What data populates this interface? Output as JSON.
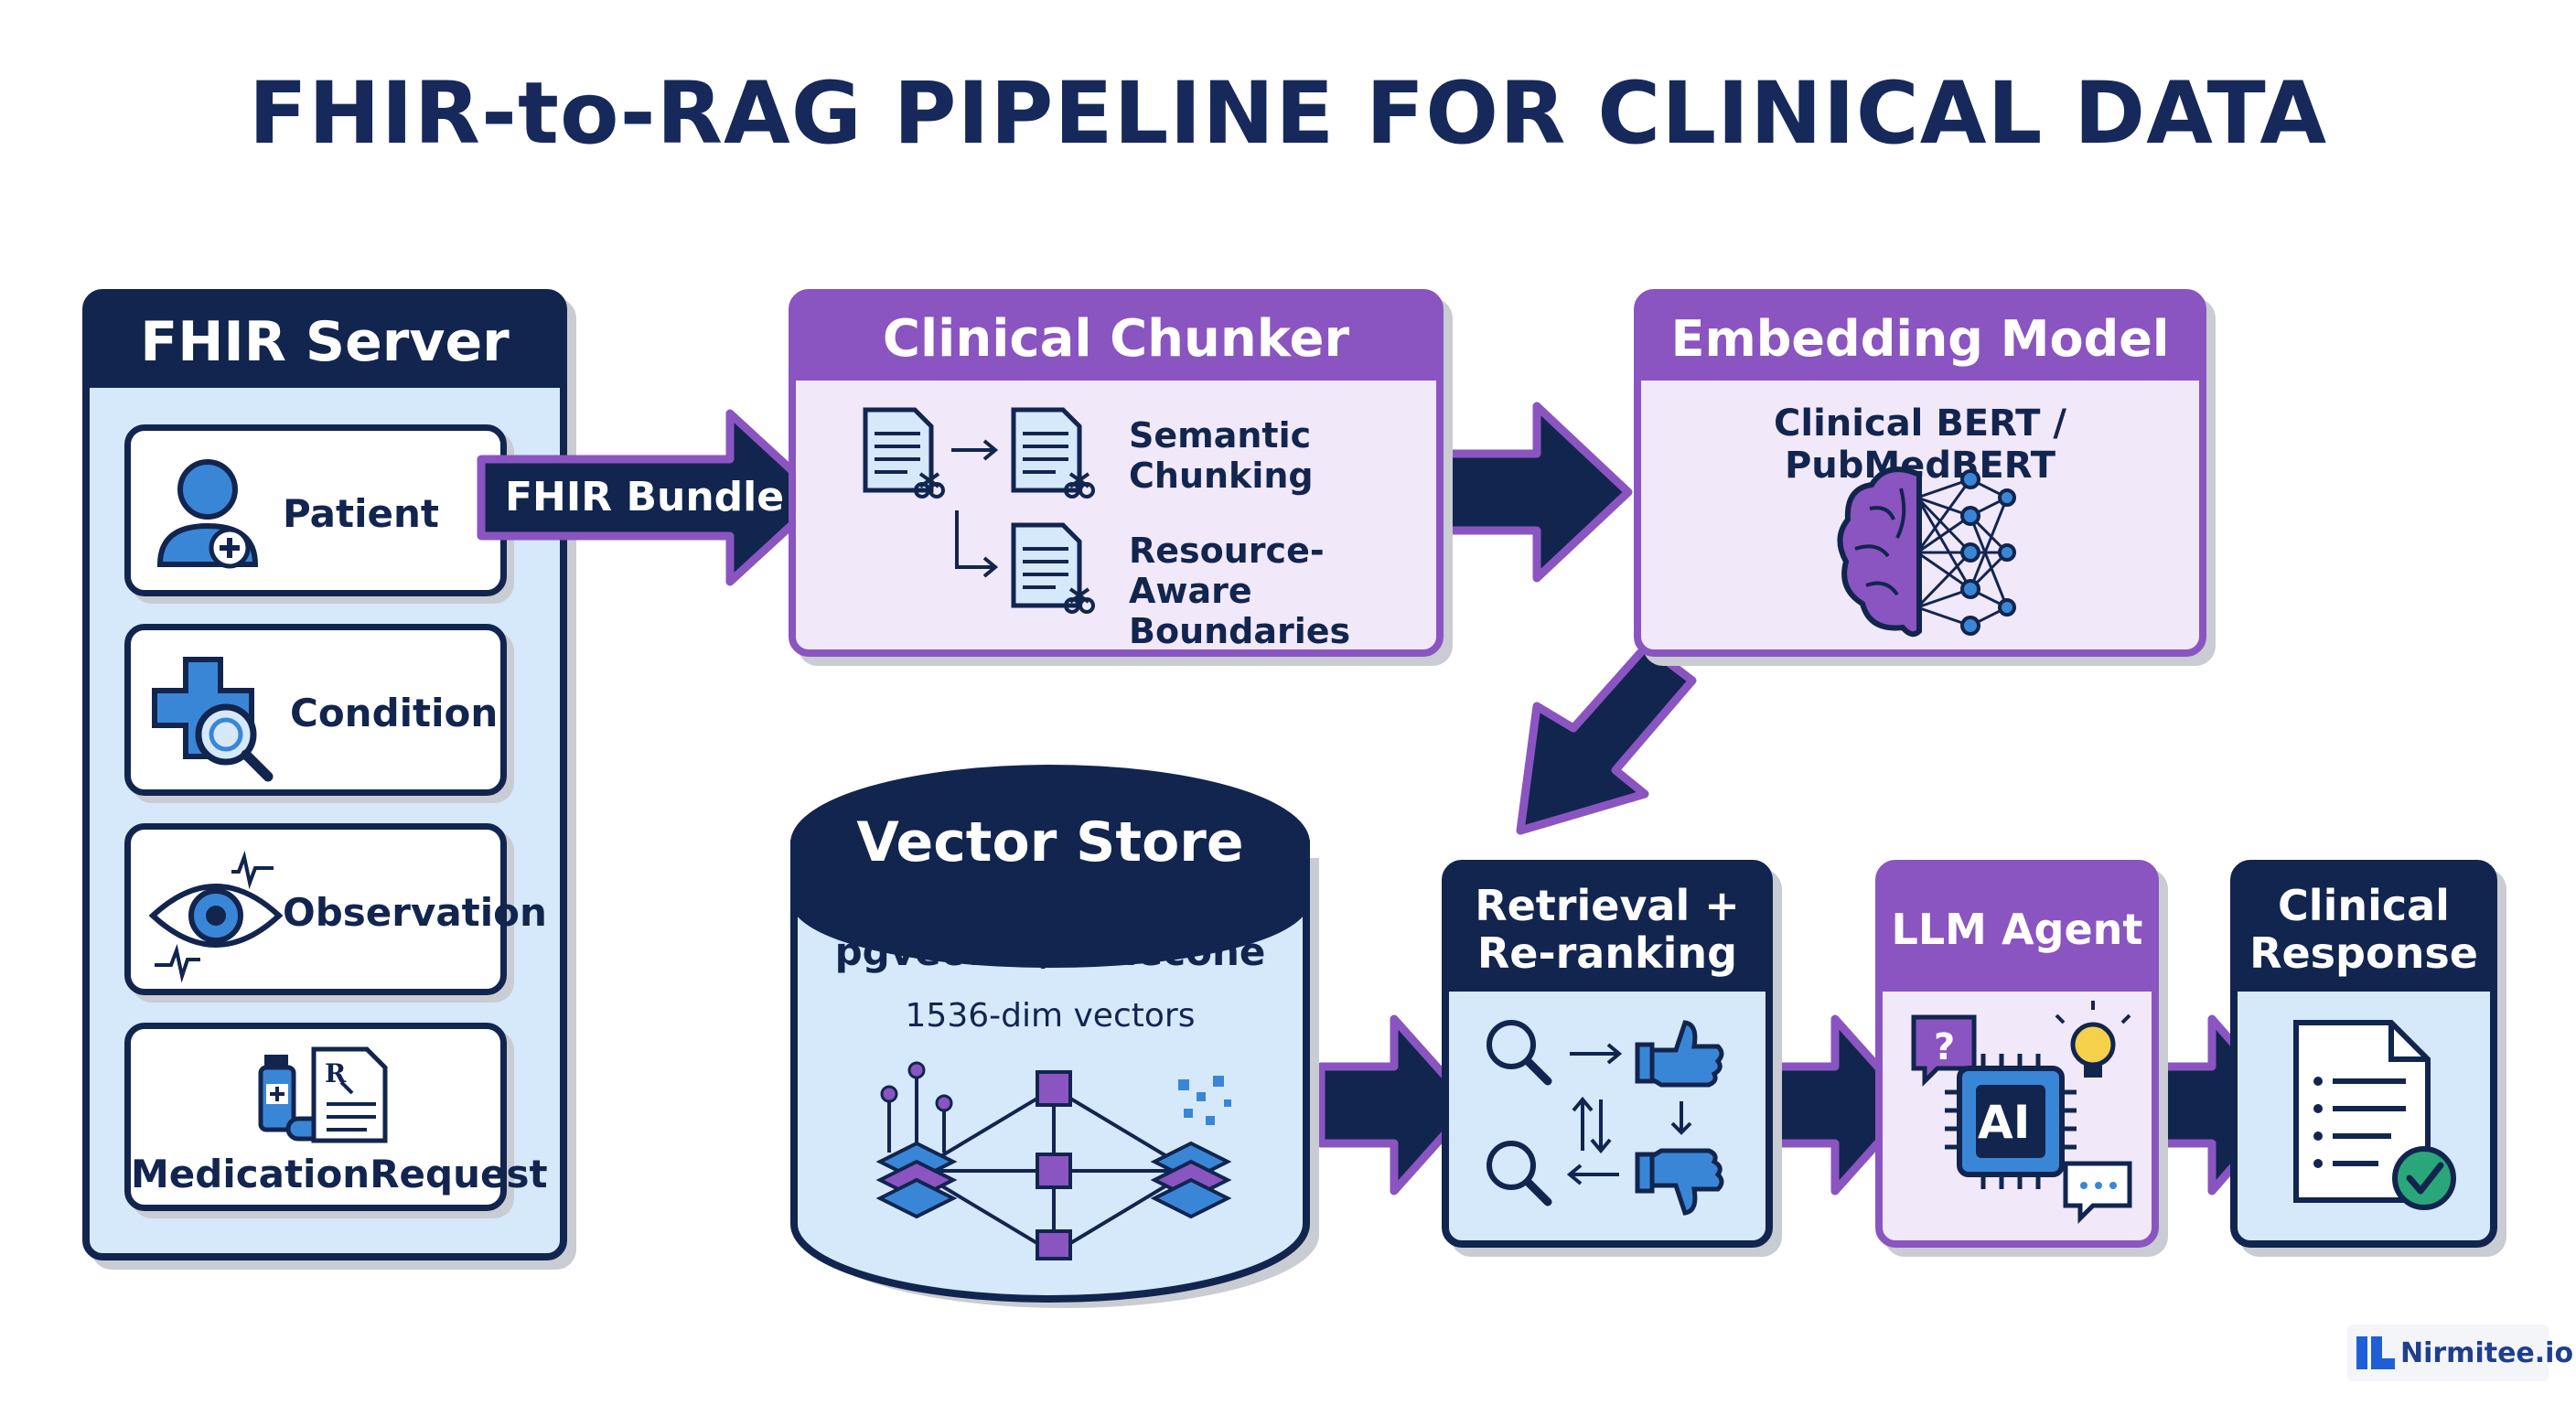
{
  "title": "FHIR-to-RAG PIPELINE FOR CLINICAL DATA",
  "fhir_server": {
    "header": "FHIR Server",
    "resources": [
      {
        "label": "Patient",
        "icon": "patient-icon"
      },
      {
        "label": "Condition",
        "icon": "condition-search-icon"
      },
      {
        "label": "Observation",
        "icon": "eye-observation-icon"
      },
      {
        "label": "MedicationRequest",
        "icon": "medication-prescription-icon"
      }
    ]
  },
  "arrow_fhir_bundle": "FHIR Bundle",
  "chunker": {
    "header": "Clinical Chunker",
    "items": [
      "Semantic\nChunking",
      "Resource-Aware\nBoundaries"
    ]
  },
  "embedding": {
    "header": "Embedding Model",
    "subtitle": "Clinical BERT / PubMedBERT"
  },
  "vector_store": {
    "header": "Vector Store",
    "subtitle": "pgvector / Pinecone",
    "detail": "1536-dim vectors"
  },
  "retrieval": {
    "header": "Retrieval +\nRe-ranking"
  },
  "llm": {
    "header": "LLM Agent",
    "chip_label": "AI"
  },
  "response": {
    "header": "Clinical\nResponse"
  },
  "brand": "Nirmitee.io",
  "colors": {
    "navy": "#12254f",
    "purple": "#8a55c0",
    "light_blue": "#d6e9fb",
    "light_purple": "#f1e8f9",
    "check_green": "#2aa77a"
  }
}
